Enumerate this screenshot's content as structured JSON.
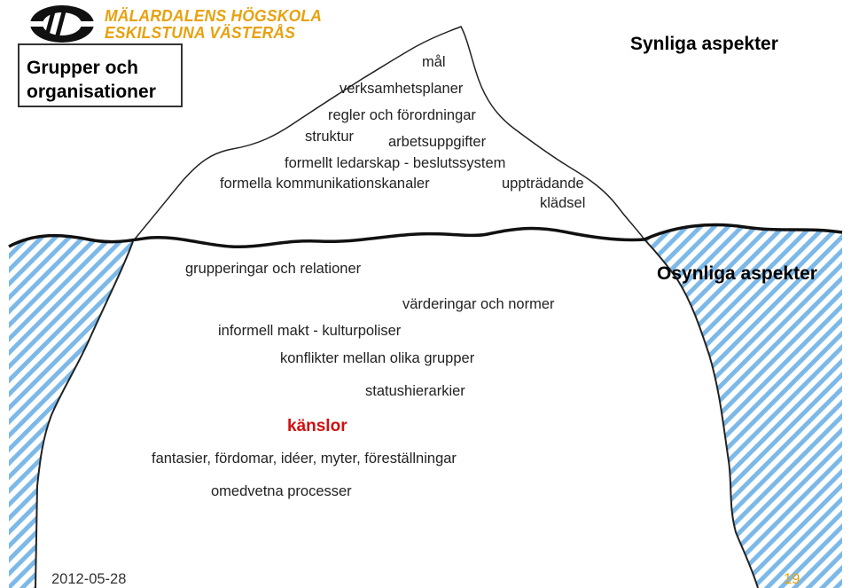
{
  "logo": {
    "line1": "MÄLARDALENS HÖGSKOLA",
    "line2": "ESKILSTUNA VÄSTERÅS",
    "mark_icon": "university-logo-icon",
    "brand_color": "#e8a10e"
  },
  "title": {
    "line1": "Grupper och",
    "line2": "organisationer"
  },
  "headings": {
    "visible": "Synliga aspekter",
    "invisible": "Osynliga aspekter"
  },
  "visible_items": {
    "mal": "mål",
    "verksamhetsplaner": "verksamhetsplaner",
    "regler": "regler och förordningar",
    "struktur": "struktur",
    "arbetsuppgifter": "arbetsuppgifter",
    "ledarskap": "formellt ledarskap - beslutssystem",
    "kanaler": "formella kommunikationskanaler",
    "upptradande": "uppträdande",
    "kladsel": "klädsel"
  },
  "hidden_items": {
    "grupperingar": "grupperingar och relationer",
    "varderingar": "värderingar och normer",
    "informell": "informell makt - kulturpoliser",
    "konflikter": "konflikter mellan olika grupper",
    "status": "statushierarkier",
    "kanslor": "känslor",
    "fantasier": "fantasier, fördomar, idéer, myter, föreställningar",
    "omedvetna": "omedvetna processer"
  },
  "colors": {
    "hatch": "#7db9e8",
    "highlight": "#d01010"
  },
  "footer": {
    "date": "2012-05-28",
    "slide_number": "19"
  }
}
